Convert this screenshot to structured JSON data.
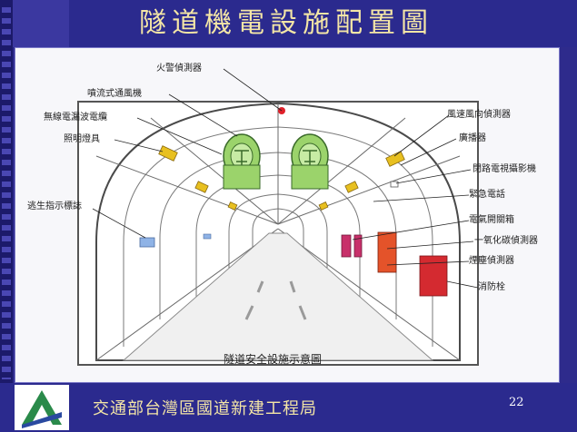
{
  "slide": {
    "title": "隧道機電設施配置圖",
    "footer_org": "交通部台灣區國道新建工程局",
    "page_number": "22"
  },
  "diagram": {
    "caption": "隧道安全設施示意圖",
    "labels": {
      "fire_detector": "火警偵測器",
      "jet_fan": "噴流式通風機",
      "leaky_cable": "無線電漏波電纜",
      "lighting": "照明燈具",
      "evac_sign": "逃生指示標誌",
      "anemometer": "風速風向偵測器",
      "broadcast": "廣播器",
      "cctv": "閉路電視攝影機",
      "emergency_phone": "緊急電話",
      "switch_box": "電氣開關箱",
      "co_detector": "一氧化碳偵測器",
      "smoke_detector": "煙塵偵測器",
      "hydrant": "消防栓"
    },
    "colors": {
      "tunnel_line": "#4a4a4a",
      "fan_green": "#9bd36b",
      "light_yellow": "#e8c020",
      "alarm_red": "#e0202a",
      "cabinet_red": "#d42a30",
      "box_magenta": "#c8306a",
      "sign_blue": "#8fb3e6"
    }
  }
}
